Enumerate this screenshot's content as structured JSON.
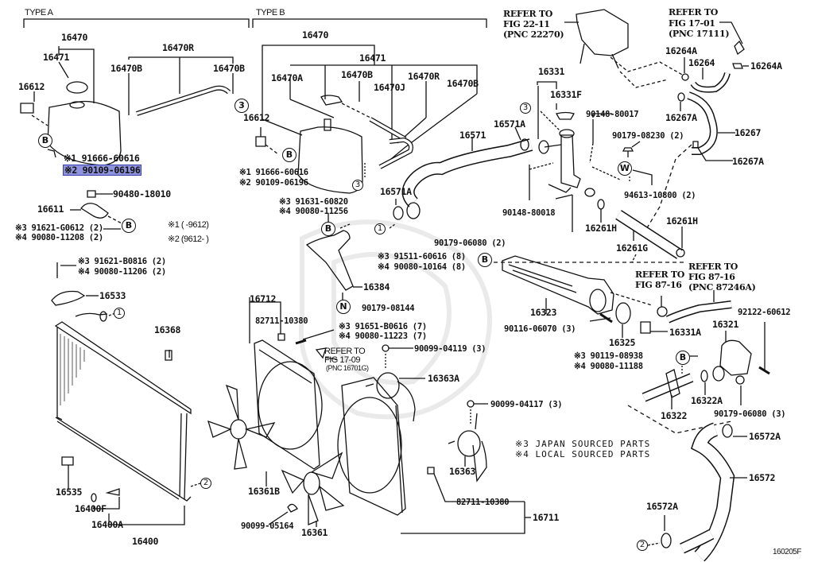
{
  "diagram": {
    "figure_id": "160205F",
    "sections": {
      "type_a": "TYPE A",
      "type_b": "TYPE B"
    },
    "notes": {
      "note3": "※3 JAPAN SOURCED PARTS",
      "note4": "※4 LOCAL SOURCED PARTS",
      "date1": "※1 (     -9612)",
      "date2": "※2 (9612-     )"
    },
    "callouts": {
      "b": "B",
      "w": "W",
      "n": "N",
      "c1": "1",
      "c2": "2",
      "c3": "3"
    },
    "refs": {
      "fig22": [
        "REFER TO",
        "FIG 22-11",
        "(PNC 22270)"
      ],
      "fig17_01": [
        "REFER TO",
        "FIG 17-01",
        "(PNC 17111)"
      ],
      "fig87_a": [
        "REFER TO",
        "FIG 87-16"
      ],
      "fig87_b": [
        "REFER TO",
        "FIG 87-16",
        "(PNC 87246A)"
      ],
      "fig17_09": [
        "REFER TO",
        "FIG 17-09",
        "(PNC 16701G)"
      ]
    },
    "type_a_labels": {
      "reservoir": "16470",
      "cap": "16471",
      "hose": "16470R",
      "clamp_l": "16470B",
      "clamp_r": "16470B",
      "bracket": "16612",
      "bolt1": "※1 91666-60616",
      "bolt2": "※2 90109-06196",
      "grommet": "90480-18010",
      "stay": "16611",
      "bolt3": "※3 91621-G0612 (2)",
      "bolt4": "※4 90080-11208 (2)",
      "bolt5": "※3 91621-B0816 (2)",
      "bolt6": "※4 90080-11206 (2)",
      "support": "16533",
      "radiator": "16400",
      "drain": "16400A",
      "oring": "16400F",
      "switch": "16535",
      "seal": "16368"
    },
    "type_b_labels": {
      "reservoir": "16470",
      "cap": "16471",
      "hose_a": "16470A",
      "clamp_b1": "16470B",
      "hose_j": "16470J",
      "hose_r": "16470R",
      "clamp_b2": "16470B",
      "bracket": "16612",
      "bolt1": "※1 91666-60616",
      "bolt2": "※2 90109-06196",
      "bolt3": "※3 91631-60820",
      "bolt4": "※4 90080-11256",
      "stay": "16384",
      "nut": "90179-08144"
    },
    "engine_labels": {
      "hose_upper": "16571",
      "clamp_upper1": "16571A",
      "clamp_upper2": "16571A",
      "outlet": "16331",
      "plug": "16331F",
      "stud1": "90148-80017",
      "stud2": "90148-80018",
      "nut1": "90179-08230 (2)",
      "gasket_w": "94613-10800 (2)",
      "hose_264": "16264",
      "clamp_264a": "16264A",
      "clamp_264b": "16264A",
      "hose_267": "16267",
      "clamp_267a": "16267A",
      "clamp_267b": "16267A",
      "pipe_g": "16261G",
      "clamp_h1": "16261H",
      "clamp_h2": "16261H",
      "nut2": "90179-06080 (2)",
      "bolt_a3": "※3 91511-60616 (8)",
      "bolt_a4": "※4 90080-10164 (8)",
      "housing": "16323",
      "pin": "90116-06070 (3)",
      "gasket": "16325",
      "thermostat": "16331A",
      "stud3": "92122-60612",
      "inlet": "16321",
      "bolt_b3": "※3 90119-08938",
      "bolt_b4": "※4 90080-11188",
      "pipe": "16322",
      "oring": "16322A",
      "nut3": "90179-06080 (3)",
      "hose_lower": "16572",
      "clamp_low1": "16572A",
      "clamp_low2": "16572A"
    },
    "fan_labels": {
      "shroud": "16712",
      "clip1": "82711-10380",
      "bolt3": "※3 91651-B0616 (7)",
      "bolt4": "※4 90080-11223 (7)",
      "screw1": "90099-04119 (3)",
      "motor_a": "16363A",
      "screw2": "90099-04117 (3)",
      "motor": "16363",
      "fan_b": "16361B",
      "nut": "90099-05164",
      "fan": "16361",
      "clip2": "82711-10380",
      "shroud2": "16711"
    }
  }
}
